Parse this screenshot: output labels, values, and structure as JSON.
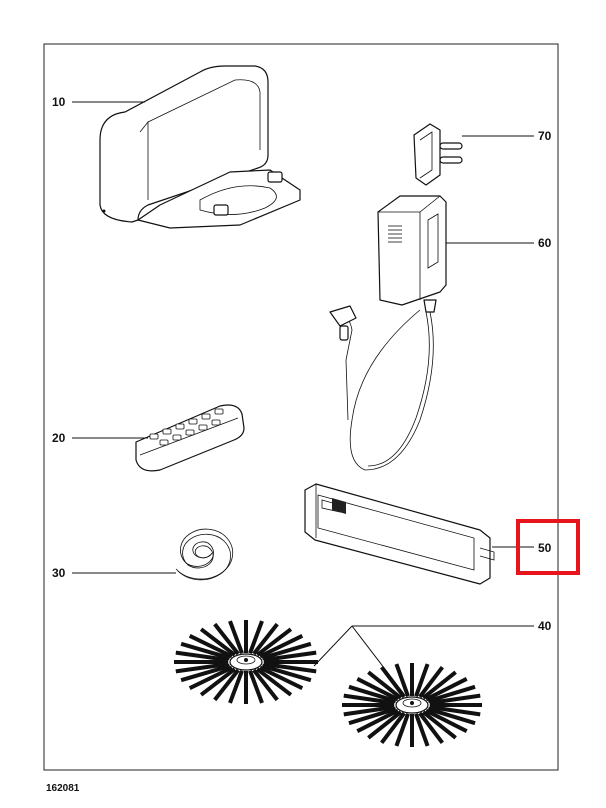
{
  "callouts": {
    "c10": "10",
    "c20": "20",
    "c30": "30",
    "c40": "40",
    "c50": "50",
    "c60": "60",
    "c70": "70"
  },
  "highlight": {
    "callout": "50",
    "color": "#e8141c"
  },
  "footer": {
    "doc_number": "162081"
  }
}
